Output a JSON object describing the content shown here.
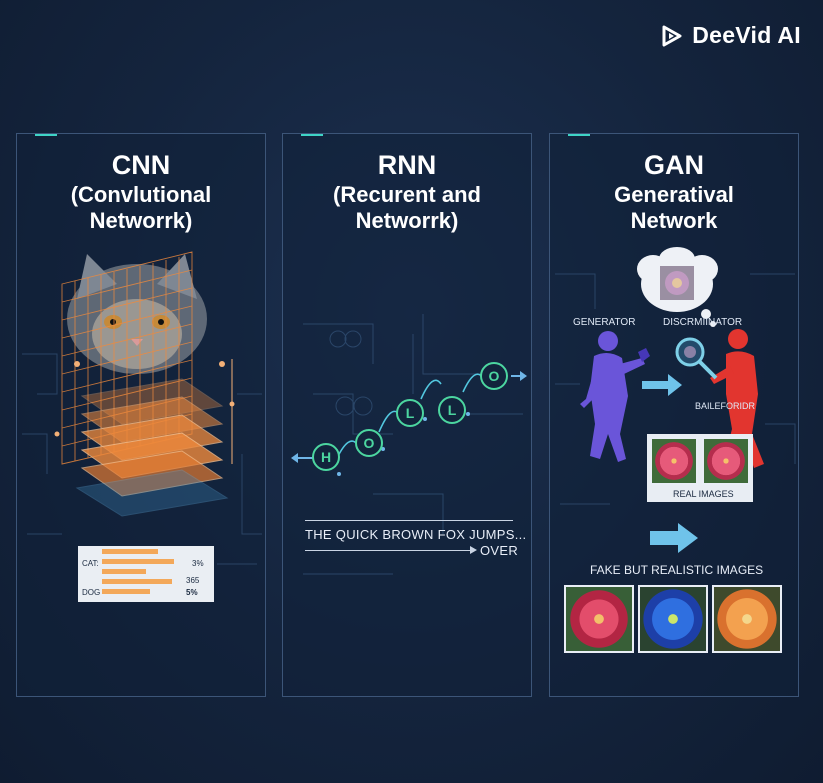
{
  "brand": {
    "name": "DeeVid AI",
    "logo_icon": "play-triangle-icon"
  },
  "panels": [
    {
      "title": "CNN",
      "subtitle_line1": "(Convlutional",
      "subtitle_line2": "Networrk)",
      "bars": {
        "cat_label": "CAT:",
        "cat_value": "3%",
        "mid_value": "365",
        "dog_label": "DOG",
        "dog_value": "5%"
      }
    },
    {
      "title": "RNN",
      "subtitle_line1": "(Recurent and",
      "subtitle_line2": "Networrk)",
      "letters": [
        "H",
        "O",
        "L",
        "L",
        "O"
      ],
      "sentence_line1": "THE QUICK BROWN FOX JUMPS...",
      "sentence_line2": "OVER"
    },
    {
      "title": "GAN",
      "subtitle_line1": "Generatival",
      "subtitle_line2": "Network",
      "generator_label": "GENERATOR",
      "discriminator_label": "DISCRMIINATOR",
      "decision_label": "BAILEFORIDR",
      "real_label": "REAL IMAGES",
      "fake_label": "FAKE BUT REALISTIC IMAGES"
    }
  ],
  "colors": {
    "accent": "#3fd4c6",
    "orange": "#f08a3c",
    "green": "#4cd6a0",
    "purple": "#6a55d9",
    "red": "#e2352f"
  }
}
